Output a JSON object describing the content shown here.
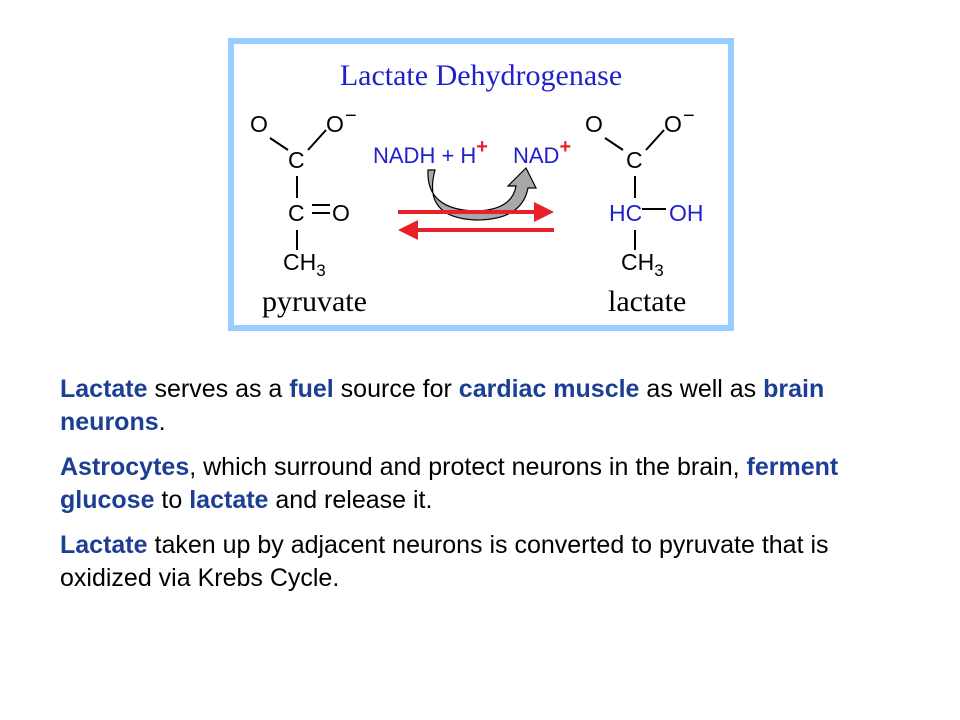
{
  "colors": {
    "frame": "#99ccff",
    "highlight": "#1c3f95",
    "reagent_text": "#1f1fcc",
    "forward_arrow": "#e8202a",
    "reverse_arrow": "#e8202a",
    "curved_arrow_fill": "#a8a8a8"
  },
  "diagram": {
    "title": "Lactate Dehydrogenase",
    "reagent_left": "NADH + H",
    "reagent_left_sup": "+",
    "reagent_right": "NAD",
    "reagent_right_sup": "+",
    "pyruvate": {
      "name": "pyruvate",
      "o_left": "O",
      "o_minus": "O",
      "minus": "−",
      "c1": "C",
      "c2": "C",
      "o_double": "O",
      "ch": "CH",
      "sub": "3"
    },
    "lactate": {
      "name": "lactate",
      "o_left": "O",
      "o_minus": "O",
      "minus": "−",
      "c1": "C",
      "hc": "HC",
      "oh": "OH",
      "ch": "CH",
      "sub": "3"
    }
  },
  "paragraphs": [
    [
      {
        "text": "Lactate",
        "hl": true
      },
      {
        "text": " serves as a ",
        "hl": false
      },
      {
        "text": "fuel",
        "hl": true
      },
      {
        "text": " source for ",
        "hl": false
      },
      {
        "text": "cardiac muscle",
        "hl": true
      },
      {
        "text": " as well as ",
        "hl": false
      },
      {
        "text": "brain neurons",
        "hl": true
      },
      {
        "text": ".",
        "hl": false
      }
    ],
    [
      {
        "text": "Astrocytes",
        "hl": true
      },
      {
        "text": ", which surround and protect neurons in the brain, ",
        "hl": false
      },
      {
        "text": "ferment glucose",
        "hl": true
      },
      {
        "text": " to ",
        "hl": false
      },
      {
        "text": "lactate",
        "hl": true
      },
      {
        "text": " and release it.",
        "hl": false
      }
    ],
    [
      {
        "text": "Lactate",
        "hl": true
      },
      {
        "text": " taken up by adjacent neurons is converted to pyruvate that is oxidized via Krebs Cycle.",
        "hl": false
      }
    ]
  ]
}
